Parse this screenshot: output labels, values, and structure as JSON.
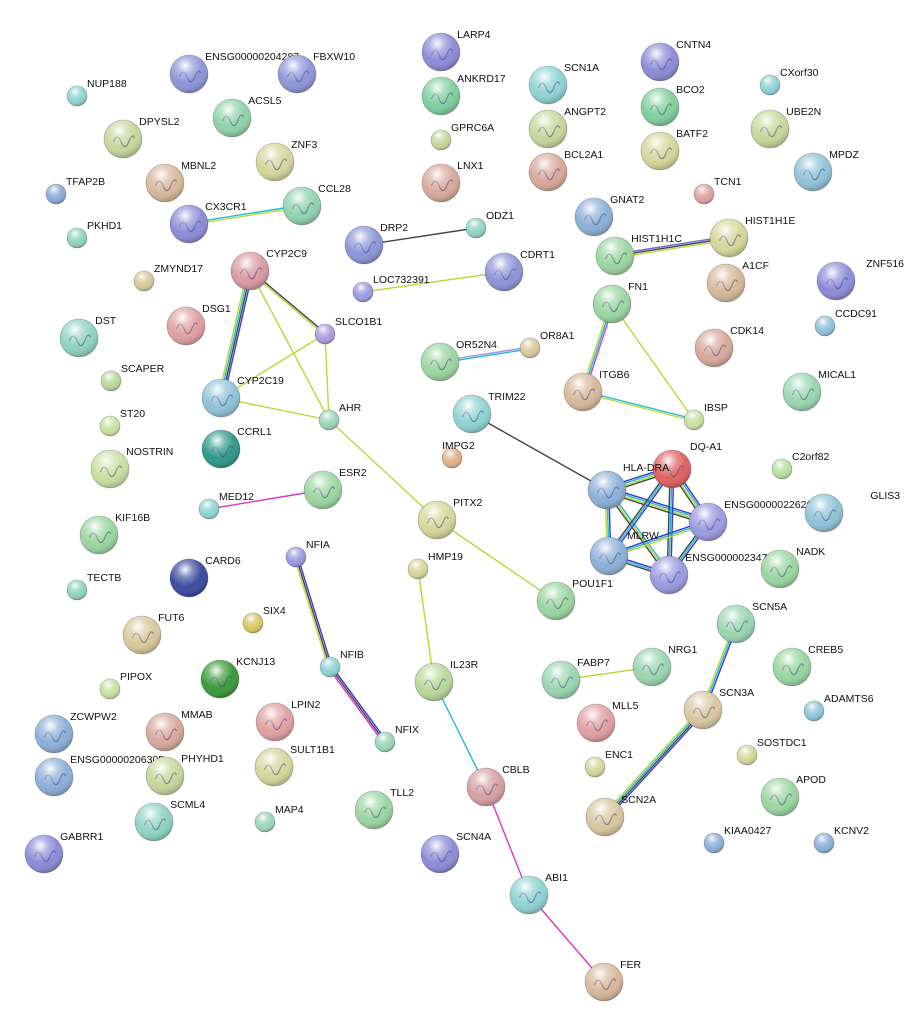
{
  "nodes": [
    {
      "id": "NUP188",
      "label": "NUP188",
      "color": "#8fd3d3"
    },
    {
      "id": "ENSG00000204287",
      "label": "ENSG00000204287",
      "color": "#8c96d8"
    },
    {
      "id": "FBXW10",
      "label": "FBXW10",
      "color": "#8c96d8"
    },
    {
      "id": "LARP4",
      "label": "LARP4",
      "color": "#8c8cd8"
    },
    {
      "id": "ANKRD17",
      "label": "ANKRD17",
      "color": "#7fcf9e"
    },
    {
      "id": "SCN1A",
      "label": "SCN1A",
      "color": "#8fd3d3"
    },
    {
      "id": "CNTN4",
      "label": "CNTN4",
      "color": "#8c8cd8"
    },
    {
      "id": "CXorf30",
      "label": "CXorf30",
      "color": "#8fd3d3"
    },
    {
      "id": "DPYSL2",
      "label": "DPYSL2",
      "color": "#c8d69a"
    },
    {
      "id": "ACSL5",
      "label": "ACSL5",
      "color": "#8fd3a8"
    },
    {
      "id": "GPRC6A",
      "label": "GPRC6A",
      "color": "#c8d69a"
    },
    {
      "id": "ANGPT2",
      "label": "ANGPT2",
      "color": "#c8d69a"
    },
    {
      "id": "BCO2",
      "label": "BCO2",
      "color": "#7fcf9e"
    },
    {
      "id": "UBE2N",
      "label": "UBE2N",
      "color": "#c8d69a"
    },
    {
      "id": "MPDZ",
      "label": "MPDZ",
      "color": "#8fc3d8"
    },
    {
      "id": "ZNF3",
      "label": "ZNF3",
      "color": "#d6d69a"
    },
    {
      "id": "MBNL2",
      "label": "MBNL2",
      "color": "#d8b89a"
    },
    {
      "id": "LNX1",
      "label": "LNX1",
      "color": "#d8a89a"
    },
    {
      "id": "BCL2A1",
      "label": "BCL2A1",
      "color": "#d8a89a"
    },
    {
      "id": "BATF2",
      "label": "BATF2",
      "color": "#d6d69a"
    },
    {
      "id": "TFAP2B",
      "label": "TFAP2B",
      "color": "#8ca8d8"
    },
    {
      "id": "CX3CR1",
      "label": "CX3CR1",
      "color": "#8c8cd8"
    },
    {
      "id": "CCL28",
      "label": "CCL28",
      "color": "#8fd3b0"
    },
    {
      "id": "TCN1",
      "label": "TCN1",
      "color": "#e0a0a0"
    },
    {
      "id": "PKHD1",
      "label": "PKHD1",
      "color": "#8fd3b8"
    },
    {
      "id": "DRP2",
      "label": "DRP2",
      "color": "#8c96d8"
    },
    {
      "id": "ODZ1",
      "label": "ODZ1",
      "color": "#8fd3c3"
    },
    {
      "id": "GNAT2",
      "label": "GNAT2",
      "color": "#8cb0d8"
    },
    {
      "id": "HIST1H1E",
      "label": "HIST1H1E",
      "color": "#d6d69a"
    },
    {
      "id": "HIST1H1C",
      "label": "HIST1H1C",
      "color": "#9ad6a0"
    },
    {
      "id": "CYP2C9",
      "label": "CYP2C9",
      "color": "#d89aa0"
    },
    {
      "id": "ZMYND17",
      "label": "ZMYND17",
      "color": "#d6c89a"
    },
    {
      "id": "CDRT1",
      "label": "CDRT1",
      "color": "#8c96d8"
    },
    {
      "id": "A1CF",
      "label": "A1CF",
      "color": "#d8b89a"
    },
    {
      "id": "ZNF516",
      "label": "ZNF516",
      "color": "#8c8cd8"
    },
    {
      "id": "LOC732391",
      "label": "LOC732391",
      "color": "#9a9ae0"
    },
    {
      "id": "FN1",
      "label": "FN1",
      "color": "#9ad6a0"
    },
    {
      "id": "DST",
      "label": "DST",
      "color": "#8fd3c3"
    },
    {
      "id": "DSG1",
      "label": "DSG1",
      "color": "#e0a0a0"
    },
    {
      "id": "SLCO1B1",
      "label": "SLCO1B1",
      "color": "#b09ae0"
    },
    {
      "id": "CCDC91",
      "label": "CCDC91",
      "color": "#8fc3d8"
    },
    {
      "id": "OR52N4",
      "label": "OR52N4",
      "color": "#9ad6a0"
    },
    {
      "id": "OR8A1",
      "label": "OR8A1",
      "color": "#d8c89a"
    },
    {
      "id": "CDK14",
      "label": "CDK14",
      "color": "#d8a89a"
    },
    {
      "id": "SCAPER",
      "label": "SCAPER",
      "color": "#b8d89a"
    },
    {
      "id": "MICAL1",
      "label": "MICAL1",
      "color": "#9ad6b0"
    },
    {
      "id": "CYP2C19",
      "label": "CYP2C19",
      "color": "#8fc3d8"
    },
    {
      "id": "ITGB6",
      "label": "ITGB6",
      "color": "#d8b89a"
    },
    {
      "id": "TRIM22",
      "label": "TRIM22",
      "color": "#8fd3d3"
    },
    {
      "id": "AHR",
      "label": "AHR",
      "color": "#9ad6b8"
    },
    {
      "id": "IBSP",
      "label": "IBSP",
      "color": "#c8e0a0"
    },
    {
      "id": "ST20",
      "label": "ST20",
      "color": "#c8e0a0"
    },
    {
      "id": "CCRL1",
      "label": "CCRL1",
      "color": "#2f9a8a"
    },
    {
      "id": "IMPG2",
      "label": "IMPG2",
      "color": "#e0b08a"
    },
    {
      "id": "DQ-A1",
      "label": "DQ-A1",
      "color": "#e06060"
    },
    {
      "id": "NOSTRIN",
      "label": "NOSTRIN",
      "color": "#c8e0a0"
    },
    {
      "id": "HLA-DRA",
      "label": "HLA-DRA",
      "color": "#8cb0d8"
    },
    {
      "id": "C2orf82",
      "label": "C2orf82",
      "color": "#b8e0a0"
    },
    {
      "id": "ESR2",
      "label": "ESR2",
      "color": "#9ad6a0"
    },
    {
      "id": "MED12",
      "label": "MED12",
      "color": "#8fd3d3"
    },
    {
      "id": "ENSG00000226260",
      "label": "ENSG00000226260",
      "color": "#9a9ae0"
    },
    {
      "id": "GLIS3",
      "label": "GLIS3",
      "color": "#8fc3d8"
    },
    {
      "id": "PITX2",
      "label": "PITX2",
      "color": "#d6d69a"
    },
    {
      "id": "KIF16B",
      "label": "KIF16B",
      "color": "#9ad6a0"
    },
    {
      "id": "MLRW",
      "label": "MLRW",
      "color": "#8cb0d8"
    },
    {
      "id": "CARD6",
      "label": "CARD6",
      "color": "#3a4aa0"
    },
    {
      "id": "NFIA",
      "label": "NFIA",
      "color": "#9a9ae0"
    },
    {
      "id": "ENSG00000234794",
      "label": "ENSG00000234794",
      "color": "#9a9ae0"
    },
    {
      "id": "NADK",
      "label": "NADK",
      "color": "#9ad6a0"
    },
    {
      "id": "HMP19",
      "label": "HMP19",
      "color": "#d6d69a"
    },
    {
      "id": "POU1F1",
      "label": "POU1F1",
      "color": "#9ad6a0"
    },
    {
      "id": "TECTB",
      "label": "TECTB",
      "color": "#8fd3b8"
    },
    {
      "id": "FUT6",
      "label": "FUT6",
      "color": "#d8c89a"
    },
    {
      "id": "SIX4",
      "label": "SIX4",
      "color": "#d6c860"
    },
    {
      "id": "SCN5A",
      "label": "SCN5A",
      "color": "#9ad6b0"
    },
    {
      "id": "NFIB",
      "label": "NFIB",
      "color": "#8fd3d3"
    },
    {
      "id": "NRG1",
      "label": "NRG1",
      "color": "#9ad6b0"
    },
    {
      "id": "CREB5",
      "label": "CREB5",
      "color": "#9ad6a0"
    },
    {
      "id": "FABP7",
      "label": "FABP7",
      "color": "#9ad6b0"
    },
    {
      "id": "KCNJ13",
      "label": "KCNJ13",
      "color": "#3a9a3a"
    },
    {
      "id": "IL23R",
      "label": "IL23R",
      "color": "#b8d89a"
    },
    {
      "id": "PIPOX",
      "label": "PIPOX",
      "color": "#c8e0a0"
    },
    {
      "id": "ADAMTS6",
      "label": "ADAMTS6",
      "color": "#8fc3d8"
    },
    {
      "id": "SCN3A",
      "label": "SCN3A",
      "color": "#d8c8a0"
    },
    {
      "id": "ZCWPW2",
      "label": "ZCWPW2",
      "color": "#8cb0d8"
    },
    {
      "id": "MMAB",
      "label": "MMAB",
      "color": "#d8a89a"
    },
    {
      "id": "LPIN2",
      "label": "LPIN2",
      "color": "#e0a0a0"
    },
    {
      "id": "MLL5",
      "label": "MLL5",
      "color": "#e0a0a0"
    },
    {
      "id": "NFIX",
      "label": "NFIX",
      "color": "#9ad6b8"
    },
    {
      "id": "ENSG00000206305",
      "label": "ENSG00000206305",
      "color": "#8cb0d8"
    },
    {
      "id": "PHYHD1",
      "label": "PHYHD1",
      "color": "#c8d69a"
    },
    {
      "id": "SULT1B1",
      "label": "SULT1B1",
      "color": "#d6d69a"
    },
    {
      "id": "SOSTDC1",
      "label": "SOSTDC1",
      "color": "#d6d69a"
    },
    {
      "id": "ENC1",
      "label": "ENC1",
      "color": "#d6d69a"
    },
    {
      "id": "CBLB",
      "label": "CBLB",
      "color": "#d8a0a0"
    },
    {
      "id": "SCML4",
      "label": "SCML4",
      "color": "#8fd3c3"
    },
    {
      "id": "APOD",
      "label": "APOD",
      "color": "#9ad6a0"
    },
    {
      "id": "TLL2",
      "label": "TLL2",
      "color": "#9ad6a0"
    },
    {
      "id": "SCN2A",
      "label": "SCN2A",
      "color": "#d8c8a0"
    },
    {
      "id": "MAP4",
      "label": "MAP4",
      "color": "#9ad6b8"
    },
    {
      "id": "KIAA0427",
      "label": "KIAA0427",
      "color": "#8cb0d8"
    },
    {
      "id": "KCNV2",
      "label": "KCNV2",
      "color": "#8cb0d8"
    },
    {
      "id": "GABRR1",
      "label": "GABRR1",
      "color": "#8c8cd8"
    },
    {
      "id": "SCN4A",
      "label": "SCN4A",
      "color": "#8c8cd8"
    },
    {
      "id": "ABI1",
      "label": "ABI1",
      "color": "#8fd3d3"
    },
    {
      "id": "FER",
      "label": "FER",
      "color": "#d8b89a"
    }
  ],
  "edges": [
    {
      "a": "CX3CR1",
      "b": "CCL28",
      "colors": [
        "#22b8d8",
        "#b8d838"
      ]
    },
    {
      "a": "DRP2",
      "b": "ODZ1",
      "colors": [
        "#444444"
      ]
    },
    {
      "a": "LOC732391",
      "b": "CDRT1",
      "colors": [
        "#b8d838"
      ]
    },
    {
      "a": "HIST1H1C",
      "b": "HIST1H1E",
      "colors": [
        "#6b6bd8",
        "#444444",
        "#b8d838"
      ]
    },
    {
      "a": "CYP2C9",
      "b": "CYP2C19",
      "colors": [
        "#3a3ad0",
        "#444444",
        "#22b8d8",
        "#b8d838"
      ]
    },
    {
      "a": "CYP2C9",
      "b": "SLCO1B1",
      "colors": [
        "#444444",
        "#b8d838"
      ]
    },
    {
      "a": "CYP2C9",
      "b": "AHR",
      "colors": [
        "#b8d838"
      ]
    },
    {
      "a": "CYP2C19",
      "b": "SLCO1B1",
      "colors": [
        "#b8d838"
      ]
    },
    {
      "a": "CYP2C19",
      "b": "AHR",
      "colors": [
        "#b8d838"
      ]
    },
    {
      "a": "SLCO1B1",
      "b": "AHR",
      "colors": [
        "#b8d838"
      ]
    },
    {
      "a": "AHR",
      "b": "PITX2",
      "colors": [
        "#b8d838"
      ]
    },
    {
      "a": "PITX2",
      "b": "POU1F1",
      "colors": [
        "#b8d838"
      ]
    },
    {
      "a": "OR52N4",
      "b": "OR8A1",
      "colors": [
        "#9a9ae0",
        "#22b8d8"
      ]
    },
    {
      "a": "FN1",
      "b": "ITGB6",
      "colors": [
        "#d838c8",
        "#22b8d8",
        "#b8d838"
      ]
    },
    {
      "a": "FN1",
      "b": "IBSP",
      "colors": [
        "#b8d838"
      ]
    },
    {
      "a": "ITGB6",
      "b": "IBSP",
      "colors": [
        "#22b8d8",
        "#b8d838"
      ]
    },
    {
      "a": "TRIM22",
      "b": "HLA-DRA",
      "colors": [
        "#444444"
      ]
    },
    {
      "a": "HLA-DRA",
      "b": "DQ-A1",
      "colors": [
        "#3a3ad0",
        "#22b8d8",
        "#b8d838",
        "#444444"
      ]
    },
    {
      "a": "HLA-DRA",
      "b": "ENSG00000226260",
      "colors": [
        "#3a3ad0",
        "#22b8d8",
        "#b8d838",
        "#444444"
      ]
    },
    {
      "a": "HLA-DRA",
      "b": "MLRW",
      "colors": [
        "#3a3ad0",
        "#22b8d8",
        "#b8d838"
      ]
    },
    {
      "a": "HLA-DRA",
      "b": "ENSG00000234794",
      "colors": [
        "#22b8d8",
        "#b8d838",
        "#444444"
      ]
    },
    {
      "a": "DQ-A1",
      "b": "ENSG00000226260",
      "colors": [
        "#3a3ad0",
        "#22b8d8",
        "#b8d838",
        "#444444"
      ]
    },
    {
      "a": "DQ-A1",
      "b": "MLRW",
      "colors": [
        "#3a3ad0",
        "#22b8d8",
        "#444444"
      ]
    },
    {
      "a": "DQ-A1",
      "b": "ENSG00000234794",
      "colors": [
        "#3a3ad0",
        "#22b8d8",
        "#444444"
      ]
    },
    {
      "a": "MLRW",
      "b": "ENSG00000226260",
      "colors": [
        "#3a3ad0",
        "#22b8d8",
        "#b8d838"
      ]
    },
    {
      "a": "MLRW",
      "b": "ENSG00000234794",
      "colors": [
        "#3a3ad0",
        "#22b8d8",
        "#444444"
      ]
    },
    {
      "a": "ENSG00000226260",
      "b": "ENSG00000234794",
      "colors": [
        "#3a3ad0",
        "#22b8d8",
        "#444444"
      ]
    },
    {
      "a": "MED12",
      "b": "ESR2",
      "colors": [
        "#d838c8"
      ]
    },
    {
      "a": "NFIA",
      "b": "NFIB",
      "colors": [
        "#3a3ad0",
        "#444444",
        "#b8d838"
      ]
    },
    {
      "a": "NFIB",
      "b": "NFIX",
      "colors": [
        "#3a3ad0",
        "#444444",
        "#d838c8"
      ]
    },
    {
      "a": "HMP19",
      "b": "IL23R",
      "colors": [
        "#b8d838"
      ]
    },
    {
      "a": "IL23R",
      "b": "CBLB",
      "colors": [
        "#22b8d8"
      ]
    },
    {
      "a": "CBLB",
      "b": "ABI1",
      "colors": [
        "#d838c8"
      ]
    },
    {
      "a": "ABI1",
      "b": "FER",
      "colors": [
        "#d838c8"
      ]
    },
    {
      "a": "FABP7",
      "b": "NRG1",
      "colors": [
        "#b8d838"
      ]
    },
    {
      "a": "SCN5A",
      "b": "SCN3A",
      "colors": [
        "#3a3ad0",
        "#22b8d8",
        "#b8d838"
      ]
    },
    {
      "a": "SCN3A",
      "b": "SCN2A",
      "colors": [
        "#3a3ad0",
        "#444444",
        "#22b8d8",
        "#b8d838"
      ]
    }
  ]
}
